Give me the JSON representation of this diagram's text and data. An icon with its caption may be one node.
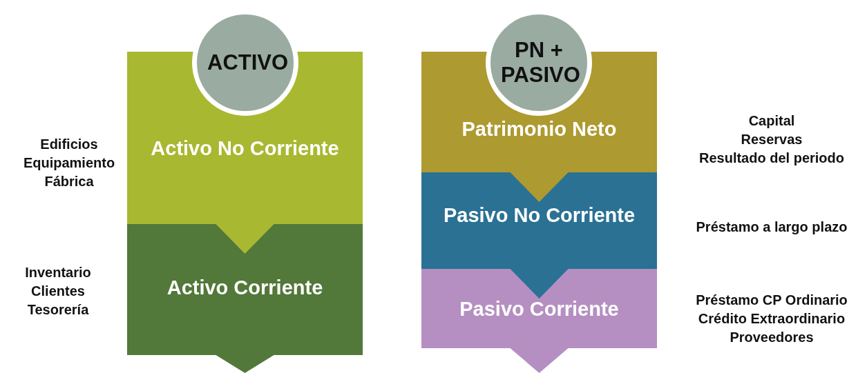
{
  "diagram": {
    "nodes": [
      {
        "text": [
          "ACTIVO"
        ]
      },
      {
        "text": [
          "Activo No Corriente"
        ],
        "beside": [
          "Edificios",
          "Equipamiento",
          "Fábrica"
        ]
      },
      {
        "text": [
          "Activo Corriente"
        ],
        "beside": [
          "Inventario",
          "Clientes",
          "Tesorería"
        ]
      },
      {
        "text": [
          "PN + PASIVO"
        ]
      },
      {
        "text": [
          "Patrimonio Neto"
        ],
        "beside": [
          "Capital",
          "Reservas",
          "Resultado del periodo"
        ]
      },
      {
        "text": [
          "Pasivo No Corriente"
        ],
        "beside": [
          "Préstamo a largo plazo"
        ]
      },
      {
        "text": [
          "Pasivo Corriente"
        ],
        "beside": [
          "Préstamo CP Ordinario",
          "Crédito Extraordinario",
          "Proveedores"
        ]
      }
    ]
  }
}
